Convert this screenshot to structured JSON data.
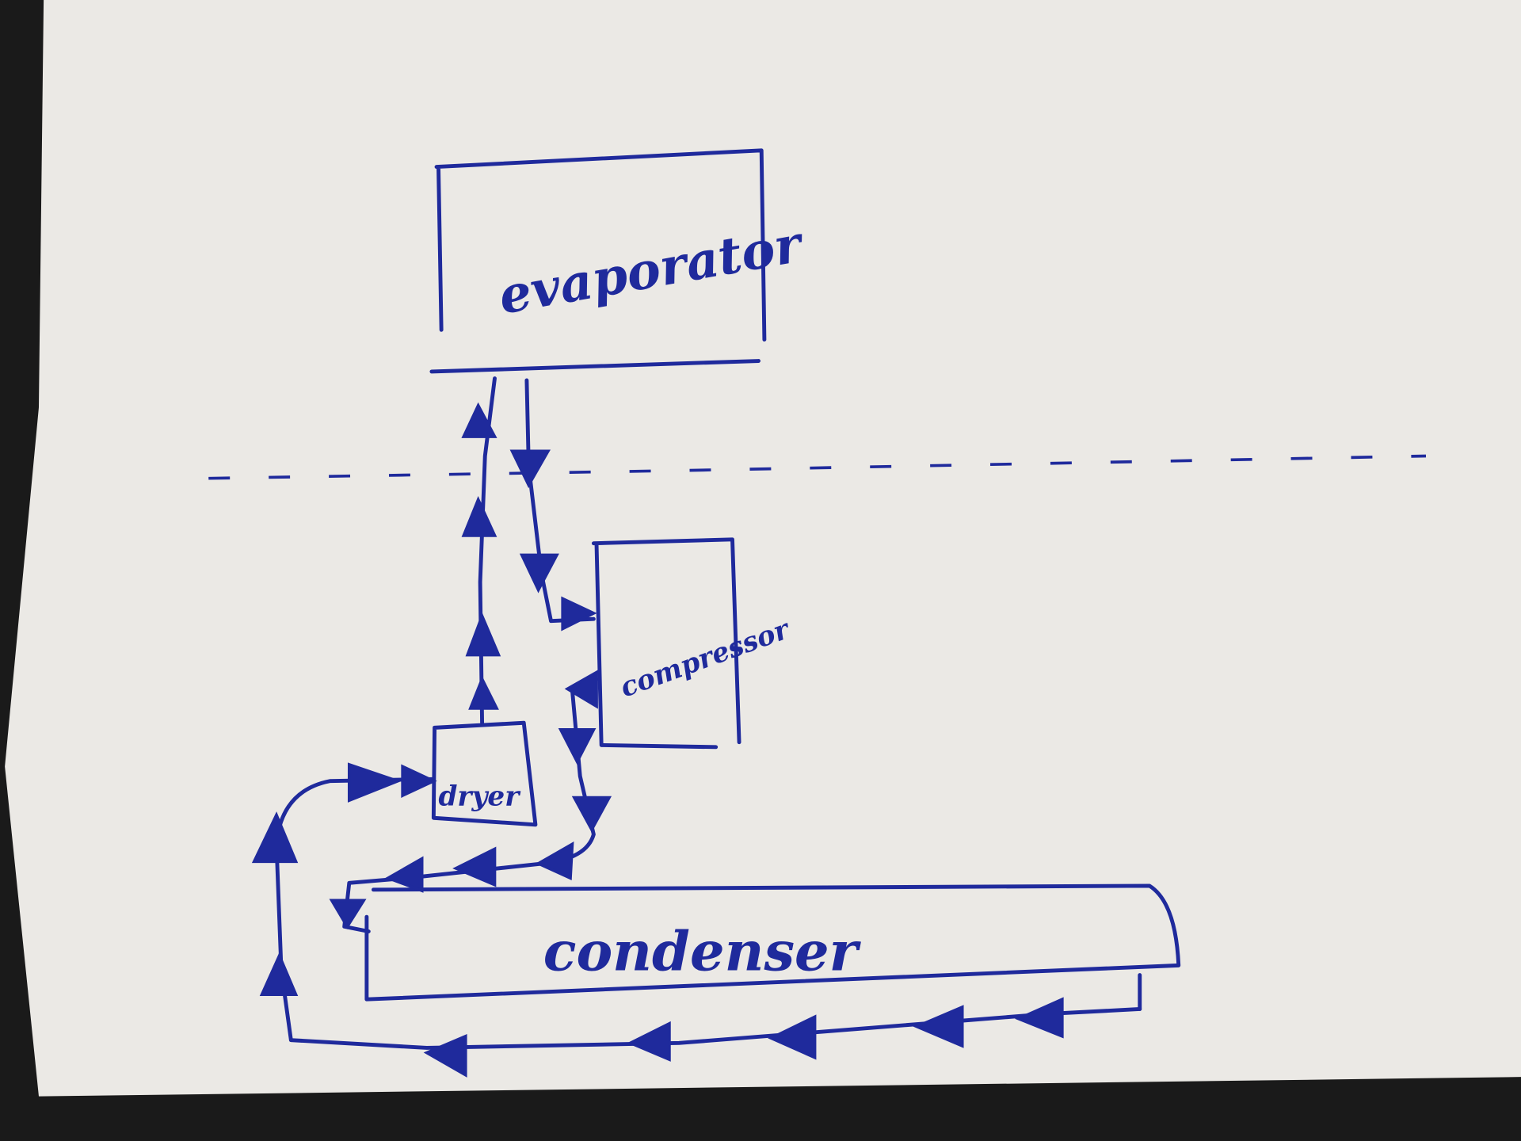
{
  "diagram": {
    "title": "Refrigeration cycle sketch",
    "components": {
      "evaporator": "evaporator",
      "compressor": "compressor",
      "dryer": "dryer",
      "condenser": "condenser"
    }
  },
  "colors": {
    "ink": "#1f2a9c",
    "paper": "#ebe9e5",
    "background": "#1a1a1a"
  }
}
